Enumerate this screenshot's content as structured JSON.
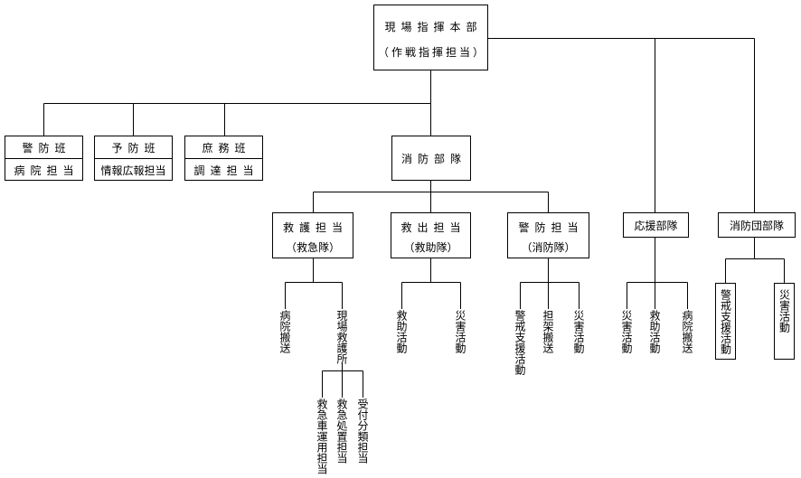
{
  "hq": {
    "line1": "現場指揮本部",
    "line2": "（作戦指揮担当）"
  },
  "teams": [
    {
      "id": "keibo",
      "title": "警防班",
      "sub": "病院担当"
    },
    {
      "id": "yobo",
      "title": "予防班",
      "sub": "情報広報担当"
    },
    {
      "id": "shomu",
      "title": "庶務班",
      "sub": "調達担当"
    }
  ],
  "fire_unit": {
    "label": "消防部隊"
  },
  "units": [
    {
      "id": "kyugo",
      "title": "救護担当",
      "sub": "（救急隊）"
    },
    {
      "id": "kyushutsu",
      "title": "救出担当",
      "sub": "（救助隊）"
    },
    {
      "id": "keibo-tanto",
      "title": "警防担当",
      "sub": "（消防隊）"
    }
  ],
  "support": {
    "label": "応援部隊"
  },
  "volunteer": {
    "label": "消防団部隊"
  },
  "tasks": {
    "kyugo": [
      "病院搬送",
      "現場救護所"
    ],
    "kyugo_sub": [
      "救急車運用担当",
      "救急処置担当",
      "受付分類担当"
    ],
    "kyushutsu": [
      "救助活動",
      "災害活動"
    ],
    "keibo": [
      "警戒支援活動",
      "担架搬送",
      "災害活動"
    ],
    "support": [
      "災害活動",
      "救助活動",
      "病院搬送"
    ],
    "volunteer": [
      "警戒支援活動",
      "災害活動"
    ]
  }
}
